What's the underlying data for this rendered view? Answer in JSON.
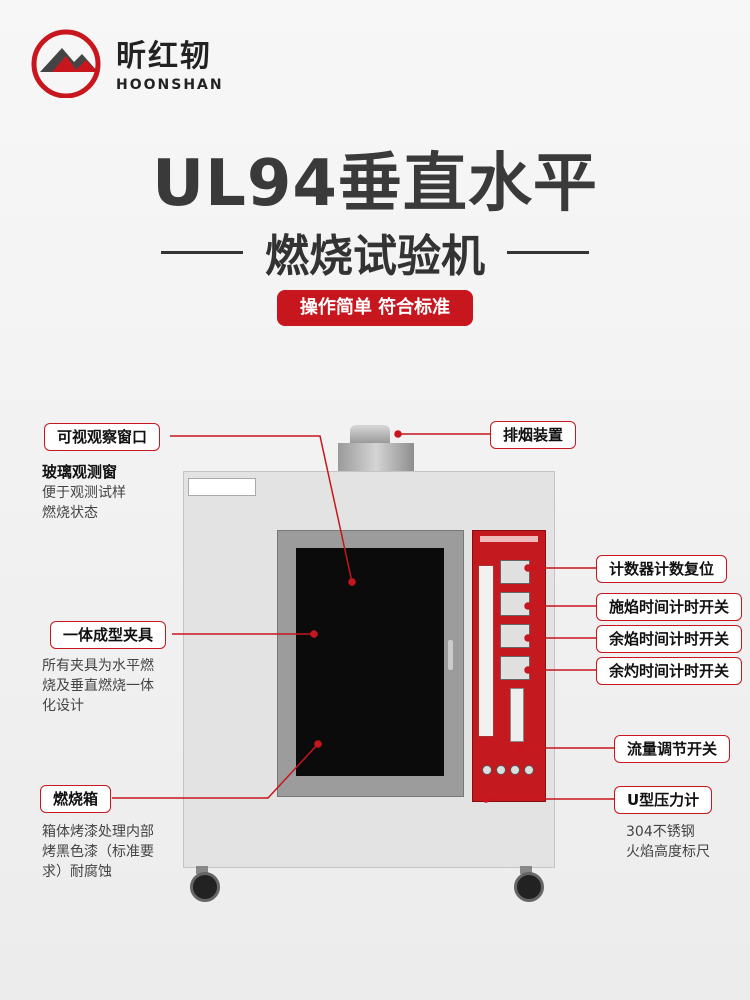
{
  "brand": {
    "name_cn": "昕红轫",
    "name_en": "HOONSHAN"
  },
  "title": "UL94垂直水平",
  "subtitle": "燃烧试验机",
  "badge": "操作简单 符合标准",
  "labels": {
    "window": "可视观察窗口",
    "exhaust": "排烟装置",
    "clamp": "一体成型夹具",
    "chamber": "燃烧箱",
    "counter_reset": "计数器计数复位",
    "ignition_timer": "施焰时间计时开关",
    "afterflame_timer": "余焰时间计时开关",
    "afterglow_timer": "余灼时间计时开关",
    "flow_switch": "流量调节开关",
    "manometer": "U型压力计"
  },
  "desc": {
    "window_title": "玻璃观测窗",
    "window_l1": "便于观测试样",
    "window_l2": "燃烧状态",
    "clamp_l1": "所有夹具为水平燃",
    "clamp_l2": "烧及垂直燃烧一体",
    "clamp_l3": "化设计",
    "chamber_l1": "箱体烤漆处理内部",
    "chamber_l2": "烤黑色漆（标准要",
    "chamber_l3": "求）耐腐蚀",
    "ruler_l1": "304不锈钢",
    "ruler_l2": "火焰高度标尺"
  },
  "colors": {
    "accent": "#c7161d",
    "text": "#333333"
  }
}
